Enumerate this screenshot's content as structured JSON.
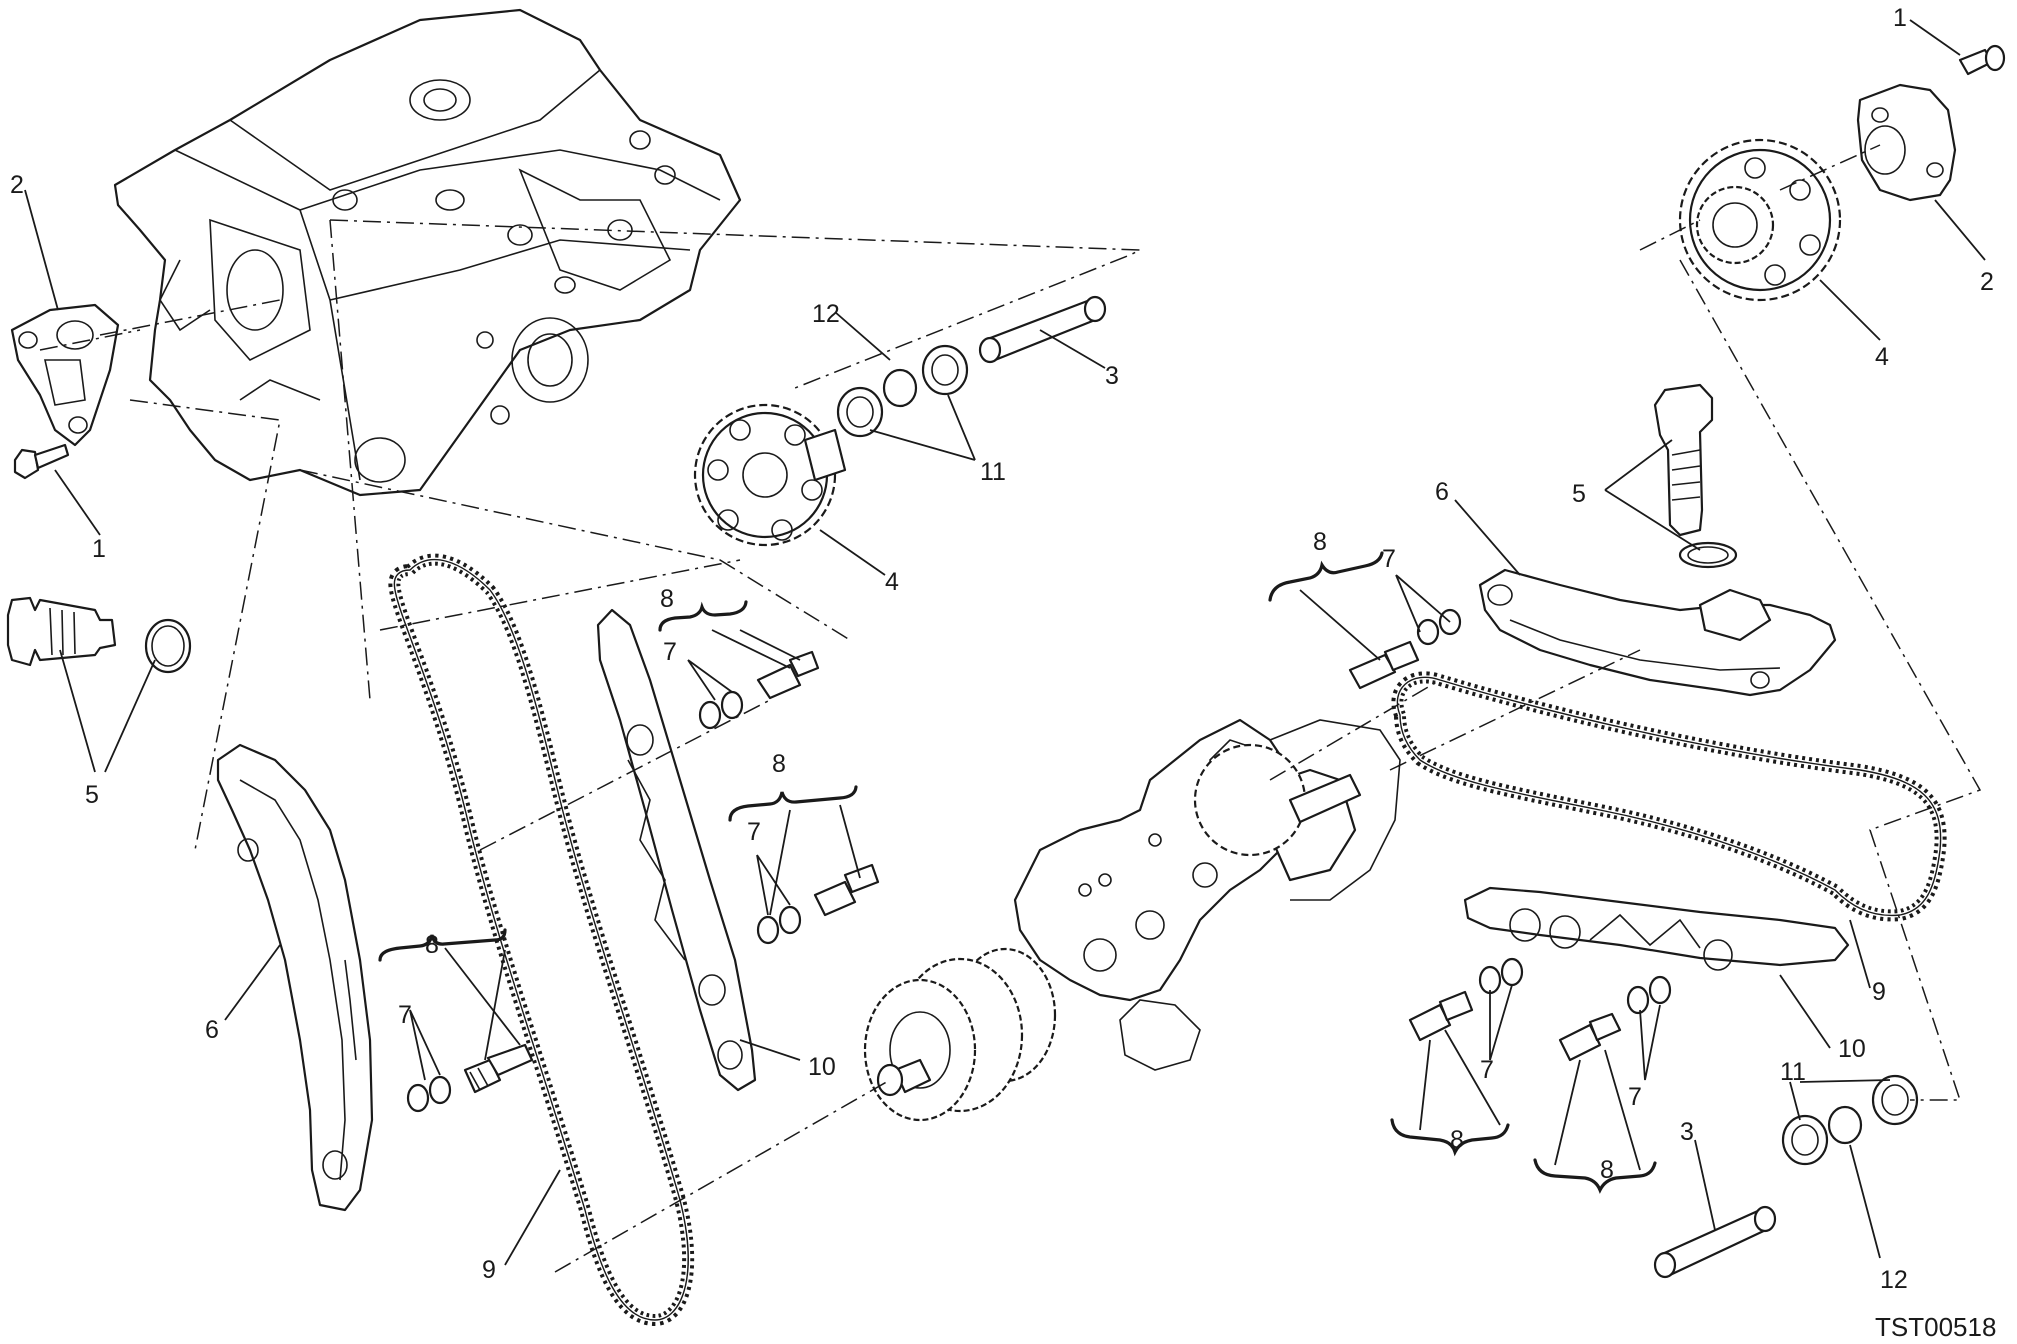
{
  "diagram": {
    "drawing_code": "TST00518",
    "callouts": [
      {
        "id": "c1a",
        "text": "1"
      },
      {
        "id": "c1b",
        "text": "1"
      },
      {
        "id": "c2a",
        "text": "2"
      },
      {
        "id": "c2b",
        "text": "2"
      },
      {
        "id": "c3a",
        "text": "3"
      },
      {
        "id": "c3b",
        "text": "3"
      },
      {
        "id": "c4a",
        "text": "4"
      },
      {
        "id": "c4b",
        "text": "4"
      },
      {
        "id": "c5a",
        "text": "5"
      },
      {
        "id": "c5b",
        "text": "5"
      },
      {
        "id": "c6a",
        "text": "6"
      },
      {
        "id": "c6b",
        "text": "6"
      },
      {
        "id": "c7a",
        "text": "7"
      },
      {
        "id": "c7b",
        "text": "7"
      },
      {
        "id": "c7c",
        "text": "7"
      },
      {
        "id": "c7d",
        "text": "7"
      },
      {
        "id": "c7e",
        "text": "7"
      },
      {
        "id": "c7f",
        "text": "7"
      },
      {
        "id": "c8a",
        "text": "8"
      },
      {
        "id": "c8b",
        "text": "8"
      },
      {
        "id": "c8c",
        "text": "8"
      },
      {
        "id": "c8d",
        "text": "8"
      },
      {
        "id": "c8e",
        "text": "8"
      },
      {
        "id": "c8f",
        "text": "8"
      },
      {
        "id": "c9a",
        "text": "9"
      },
      {
        "id": "c9b",
        "text": "9"
      },
      {
        "id": "c10a",
        "text": "10"
      },
      {
        "id": "c10b",
        "text": "10"
      },
      {
        "id": "c11a",
        "text": "11"
      },
      {
        "id": "c11b",
        "text": "11"
      },
      {
        "id": "c12a",
        "text": "12"
      },
      {
        "id": "c12b",
        "text": "12"
      }
    ]
  }
}
